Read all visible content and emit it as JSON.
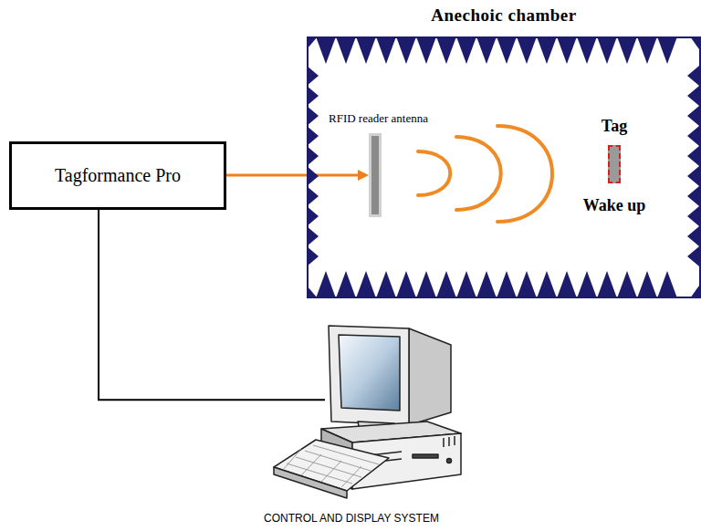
{
  "diagram": {
    "nodes": [
      {
        "text": [
          "Tagformance Pro"
        ]
      },
      {
        "text": [
          "Anechoic chamber"
        ]
      },
      {
        "text": [
          "RFID reader antenna"
        ],
        "in": 1
      },
      {
        "text": [
          "Tag",
          "Wake up"
        ],
        "in": 1
      },
      {
        "text": [
          "CONTROL AND DISPLAY SYSTEM"
        ]
      }
    ],
    "edges": [
      {
        "from": 0,
        "to": 2,
        "arrow": "to"
      },
      {
        "from": 0,
        "to": 4,
        "arrow": "none"
      }
    ]
  }
}
